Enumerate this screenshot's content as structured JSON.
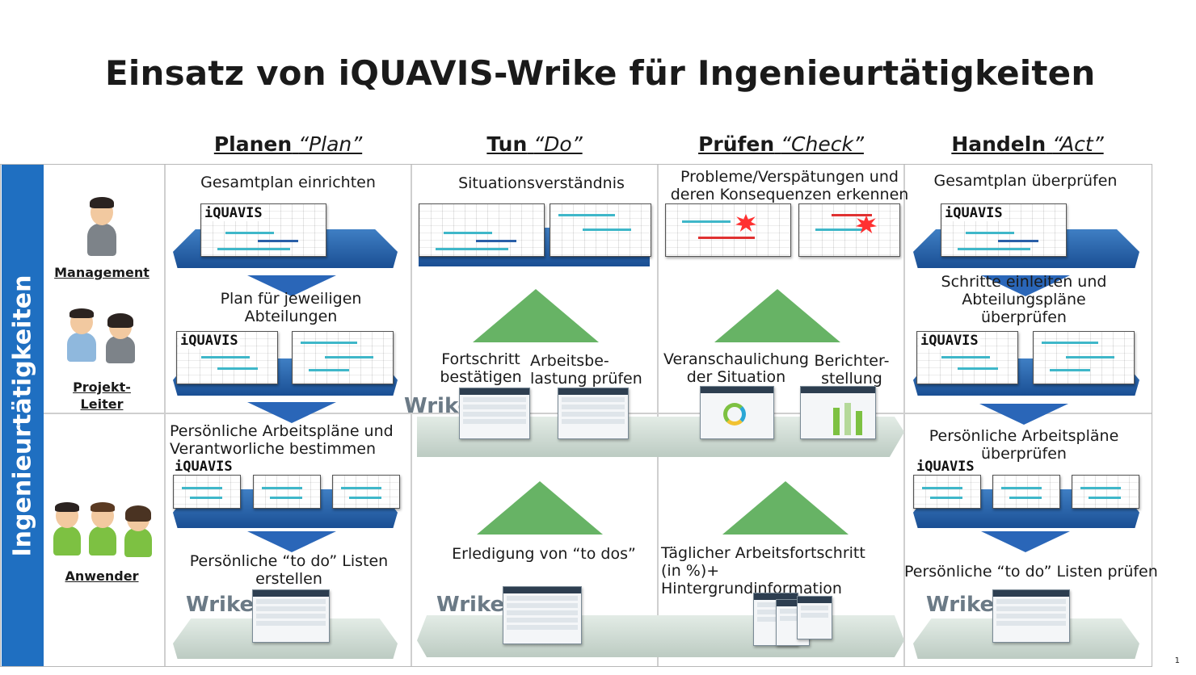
{
  "title": "Einsatz von iQUAVIS-Wrike für Ingenieurtätigkeiten",
  "phases": [
    {
      "bold": "Planen",
      "italic": "“Plan”"
    },
    {
      "bold": "Tun",
      "italic": "“Do”"
    },
    {
      "bold": "Prüfen",
      "italic": "“Check”"
    },
    {
      "bold": "Handeln",
      "italic": "“Act”"
    }
  ],
  "side_label": "Ingenieurtätigkeiten",
  "roles": {
    "management": "Management",
    "projekt_leiter": "Projekt-\nLeiter",
    "anwender": "Anwender"
  },
  "labels": {
    "plan_top": "Gesamtplan einrichten",
    "plan_mid": "Plan für jeweiligen\nAbteilungen",
    "plan_low": "Persönliche Arbeitspläne und\nVerantworliche  bestimmen",
    "plan_bottom": "Persönliche “to do” Listen\nerstellen",
    "do_top": "Situationsverständnis",
    "do_fort": "Fortschritt\nbestätigen",
    "do_arbeit": "Arbeitsbe-\nlastung prüfen",
    "do_bottom": "Erledigung von “to dos”",
    "check_top": "Probleme/Verspätungen und\nderen Konsequenzen erkennen",
    "check_vers": "Veranschaulichung\nder Situation",
    "check_ber": "Berichter-\nstellung",
    "check_bottom": "Täglicher Arbeitsfortschritt\n(in %)+ Hintergrundinformation",
    "act_top": "Gesamtplan überprüfen",
    "act_mid": "Schritte einleiten und\nAbteilungspläne\nüberprüfen",
    "act_low": "Persönliche Arbeitspläne\nüberprüfen",
    "act_bottom": "Persönliche “to do” Listen prüfen"
  },
  "logos": {
    "iquavis": "iQUAVIS",
    "wrike": "Wrike"
  },
  "page_number": "1",
  "colors": {
    "side_blue": "#1f6fc1",
    "triangle_green": "#67b365",
    "tray_blue": "#1a4f94",
    "tray_gray": "#c9d6cd",
    "burst_red": "#ff3131"
  }
}
